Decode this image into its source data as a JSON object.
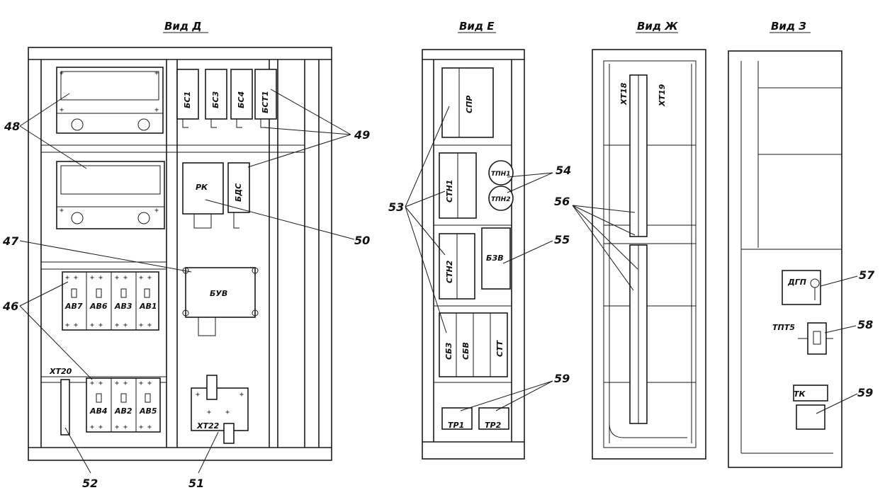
{
  "views": {
    "d": {
      "title": "Вид Д"
    },
    "e": {
      "title": "Вид Е"
    },
    "zh": {
      "title": "Вид Ж"
    },
    "z": {
      "title": "Вид З"
    }
  },
  "callouts": {
    "n48": "48",
    "n49": "49",
    "n50": "50",
    "n47": "47",
    "n46": "46",
    "n52": "52",
    "n51": "51",
    "n53": "53",
    "n54": "54",
    "n55": "55",
    "n56": "56",
    "n57": "57",
    "n58": "58",
    "n59a": "59",
    "n59b": "59"
  },
  "labels": {
    "bs1": "БС1",
    "bs3": "БС3",
    "bs4": "БС4",
    "bst1": "БСТ1",
    "rk": "РК",
    "bds": "БДС",
    "buv": "БУВ",
    "av7": "АВ7",
    "av6": "АВ6",
    "av3": "АВ3",
    "av1": "АВ1",
    "av4": "АВ4",
    "av2": "АВ2",
    "av5": "АВ5",
    "xt20": "ХТ20",
    "xt22": "ХТ22",
    "spr": "СПР",
    "stn1": "СТН1",
    "stn2": "СТН2",
    "tpn1": "ТПН1",
    "tpn2": "ТПН2",
    "bzv": "БЗВ",
    "sbz": "СБЗ",
    "sbv": "СБВ",
    "stt": "СТТ",
    "tr1": "ТР1",
    "tr2": "ТР2",
    "xt18": "ХТ18",
    "xt19": "ХТ19",
    "dgp": "ДГП",
    "tpt5": "ТПТ5",
    "tk": "ТК"
  }
}
